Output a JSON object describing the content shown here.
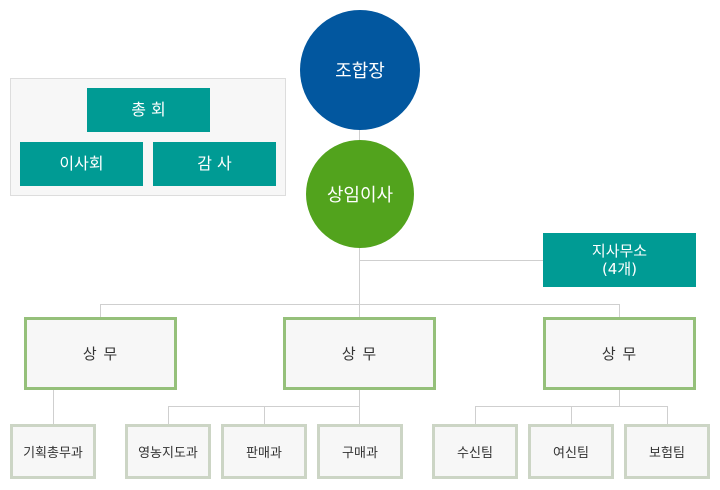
{
  "governance": {
    "general_assembly": "총 회",
    "board": "이사회",
    "audit": "감 사"
  },
  "top": {
    "president": "조합장",
    "standing_director": "상임이사"
  },
  "branch_office": {
    "line1": "지사무소",
    "line2": "(4개)"
  },
  "executives": [
    {
      "label": "상 무",
      "departments": [
        "기획총무과"
      ]
    },
    {
      "label": "상 무",
      "departments": [
        "영농지도과",
        "판매과",
        "구매과"
      ]
    },
    {
      "label": "상 무",
      "departments": [
        "수신팀",
        "여신팀",
        "보험팀"
      ]
    }
  ],
  "colors": {
    "teal": "#009b94",
    "president_blue": "#02579f",
    "director_green": "#52a31d",
    "exec_border": "#95c07a",
    "dept_border": "#ccd5c5",
    "connector": "#cfcfcf"
  }
}
